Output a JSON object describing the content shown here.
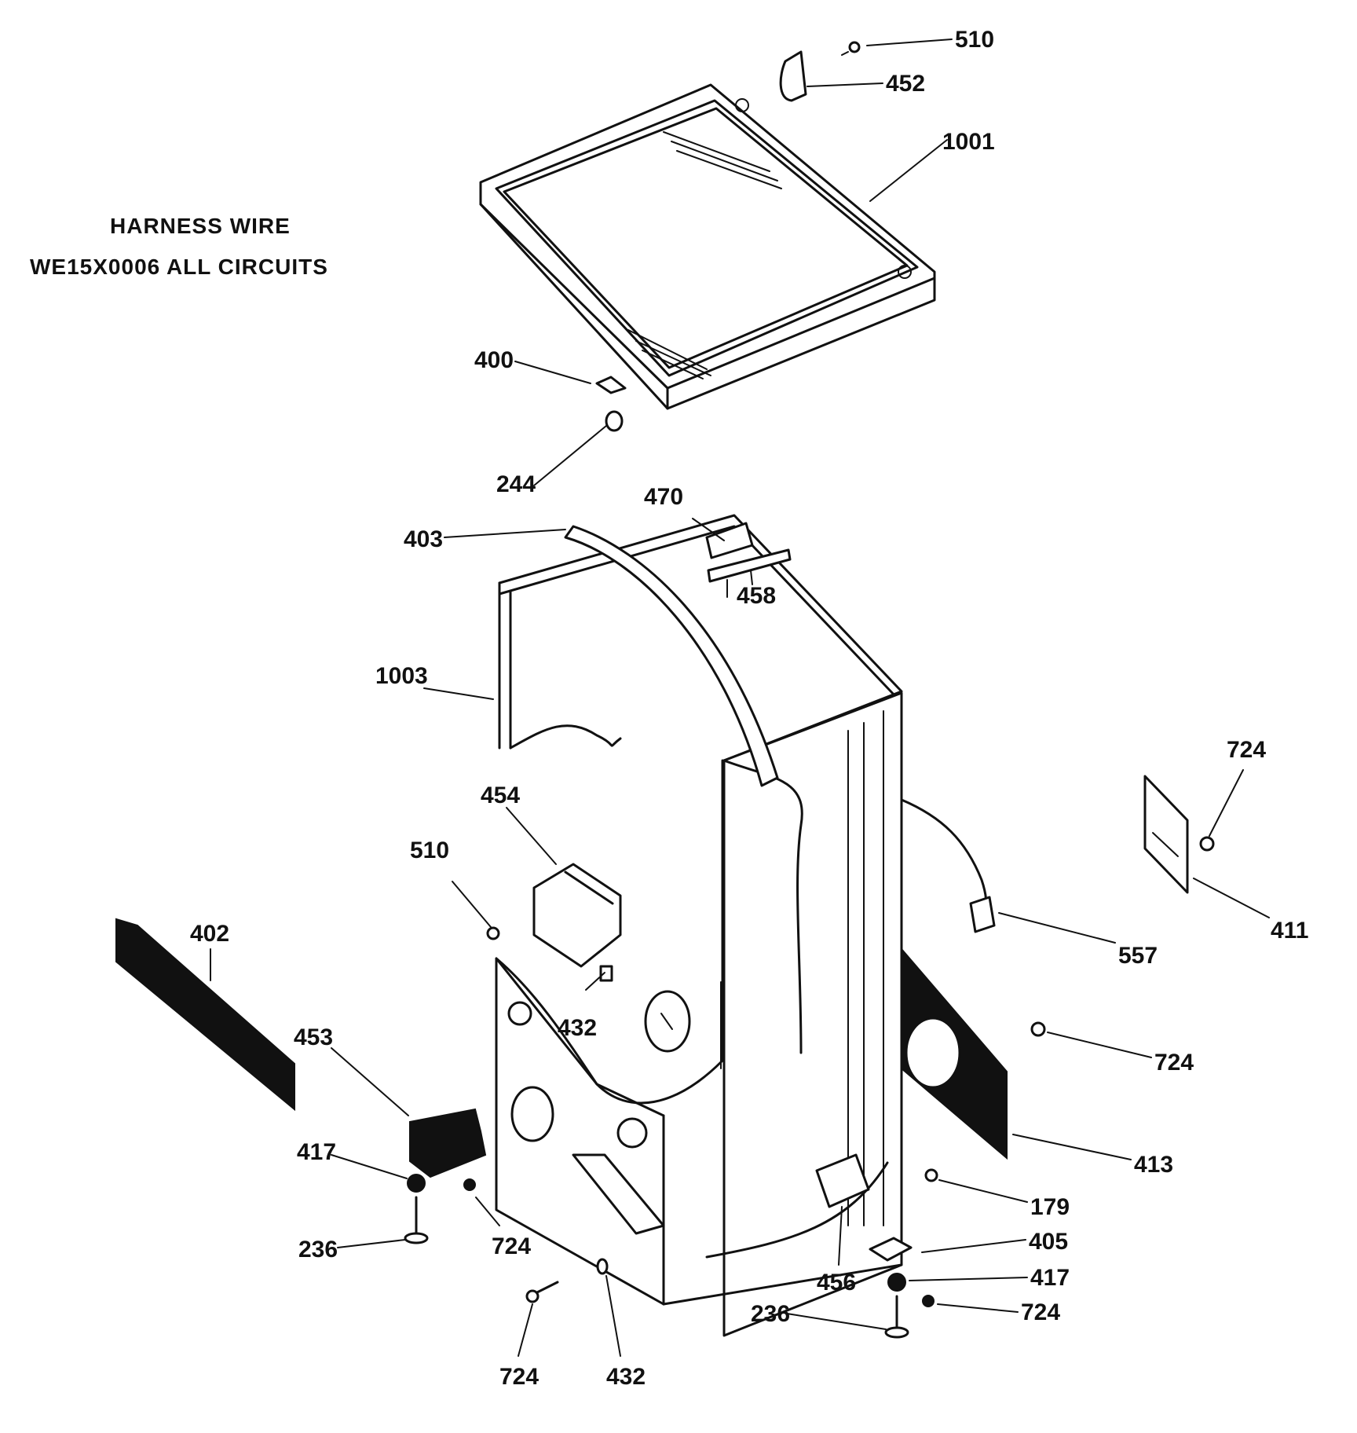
{
  "notes": {
    "line1": "HARNESS WIRE",
    "line2": "WE15X0006 ALL CIRCUITS"
  },
  "callouts": {
    "c510a": "510",
    "c452": "452",
    "c1001": "1001",
    "c400": "400",
    "c244": "244",
    "c470": "470",
    "c403": "403",
    "c458": "458",
    "c1003": "1003",
    "c454": "454",
    "c510b": "510",
    "c724a": "724",
    "c411": "411",
    "c557": "557",
    "c402": "402",
    "c432a": "432",
    "c453": "453",
    "c724b": "724",
    "c413": "413",
    "c417a": "417",
    "c724c": "724",
    "c179": "179",
    "c236a": "236",
    "c405": "405",
    "c417b": "417",
    "c456": "456",
    "c724d": "724",
    "c236b": "236",
    "c724e": "724",
    "c432b": "432"
  }
}
